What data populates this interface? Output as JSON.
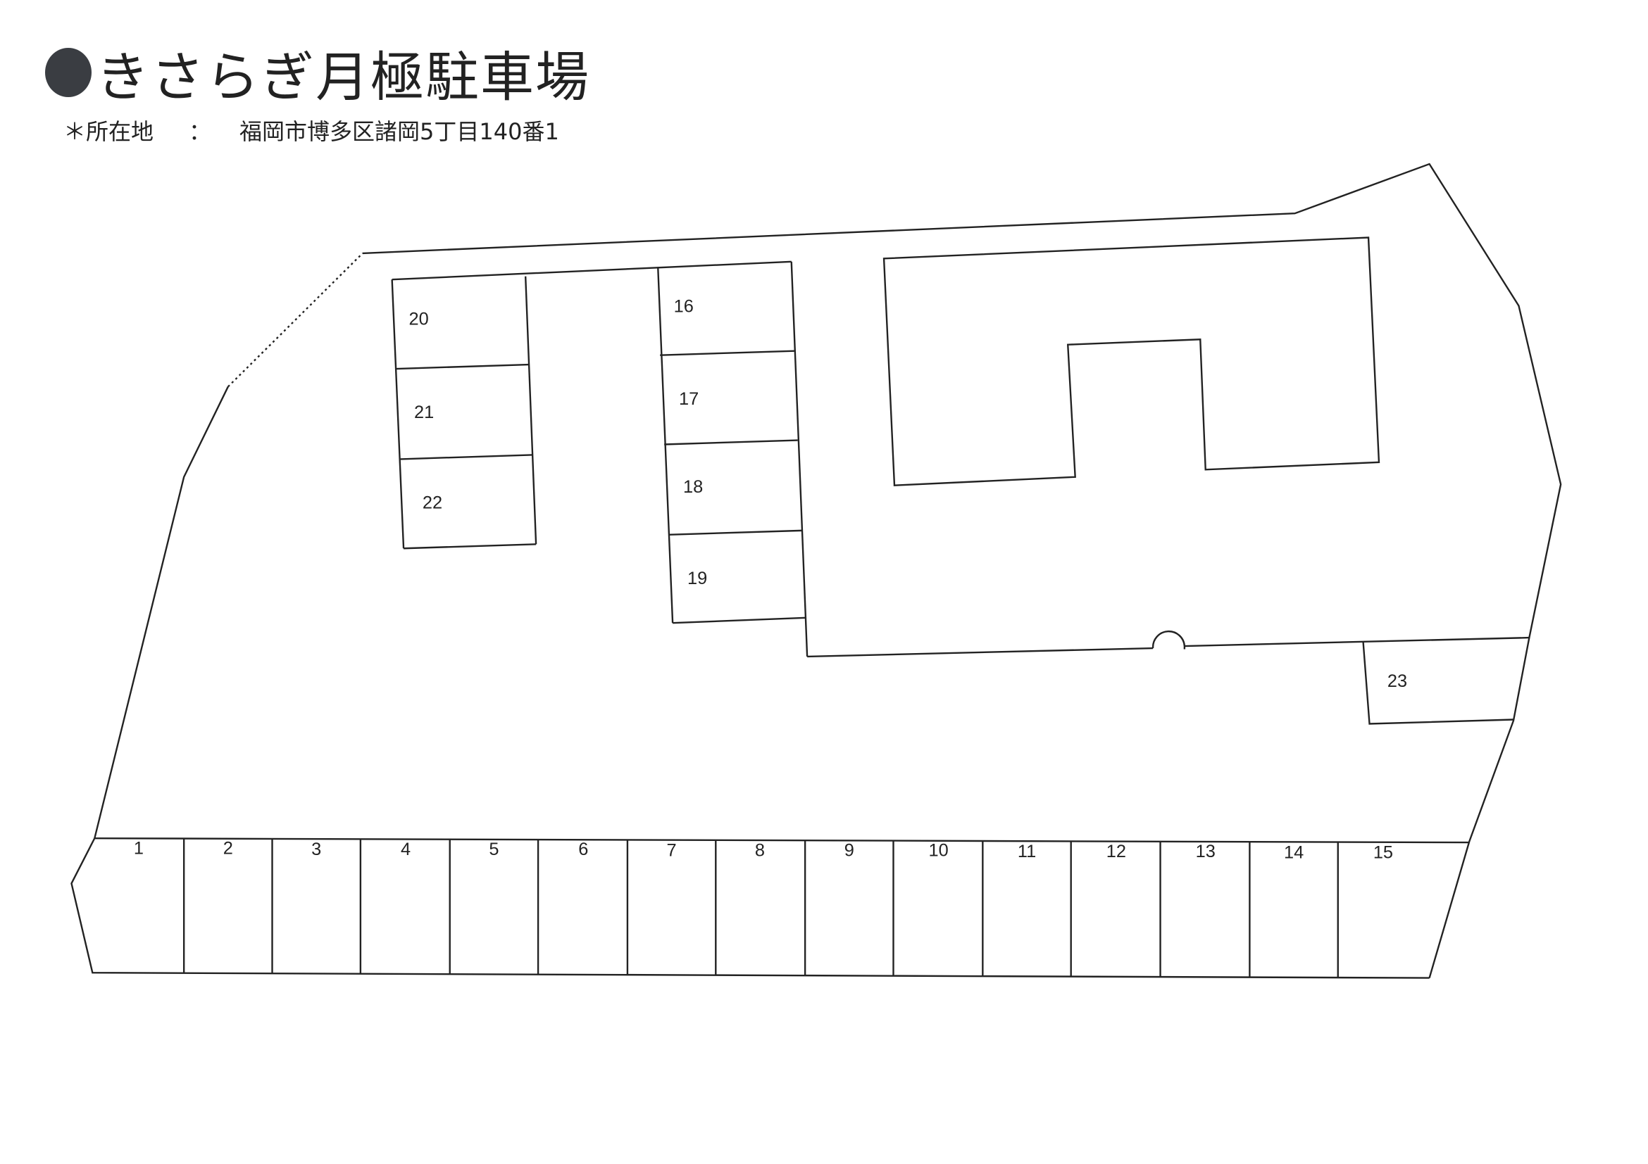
{
  "title": "きさらぎ月極駐車場",
  "address": {
    "label": "＊所在地",
    "separator": "：",
    "value": "福岡市博多区諸岡5丁目140番1"
  },
  "stalls": [
    "1",
    "2",
    "3",
    "4",
    "5",
    "6",
    "7",
    "8",
    "9",
    "10",
    "11",
    "12",
    "13",
    "14",
    "15",
    "16",
    "17",
    "18",
    "19",
    "20",
    "21",
    "22",
    "23"
  ]
}
